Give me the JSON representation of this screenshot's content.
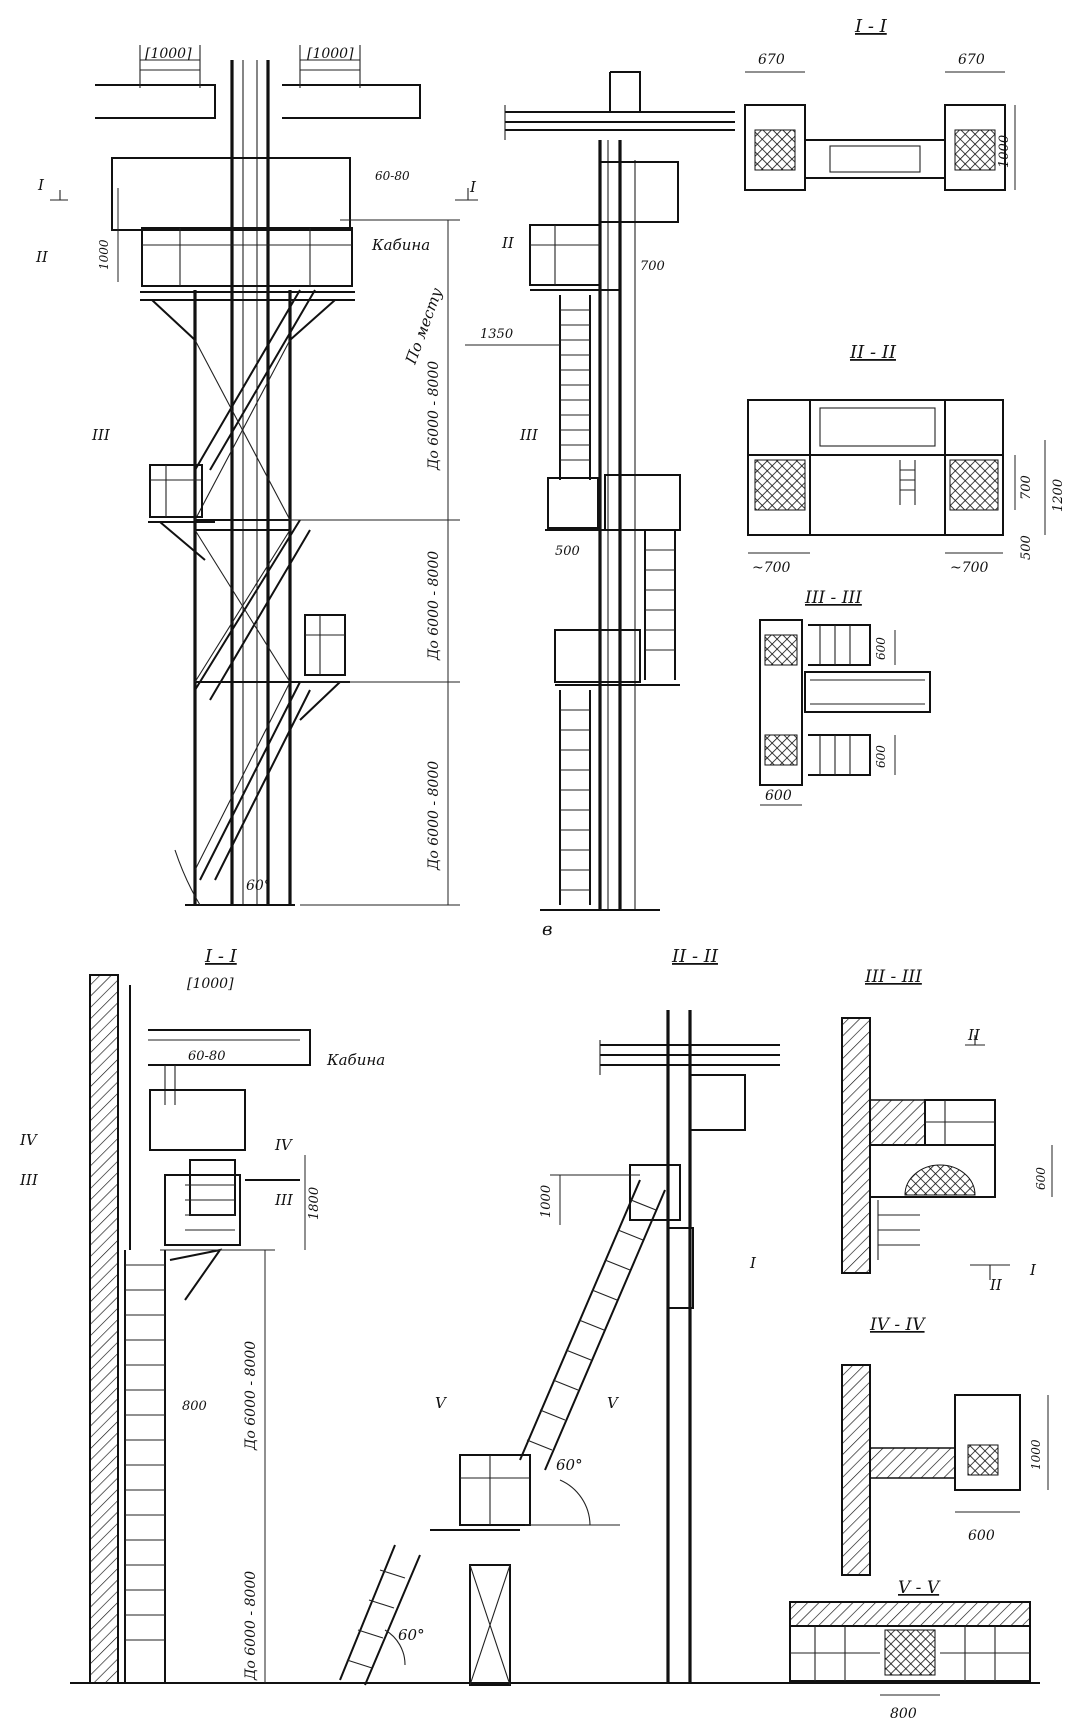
{
  "sheet_mark": "в",
  "top": {
    "elev_dims": [
      "[1000]",
      "[1000]",
      "60-80",
      "1000",
      "1350",
      "700",
      "500"
    ],
    "vert_dims": [
      "По месту",
      "До 6000 - 8000",
      "До 6000 - 8000",
      "До 6000 - 8000"
    ],
    "cabin_label": "Кабина",
    "angle": "60°",
    "cut_marks": [
      "I",
      "I",
      "II",
      "II",
      "III",
      "III"
    ],
    "sec1": {
      "title": "I - I",
      "dims": [
        "670",
        "670",
        "1000"
      ]
    },
    "sec2": {
      "title": "II - II",
      "dims": [
        "700",
        "1200",
        "500",
        "~700",
        "~700"
      ]
    },
    "sec3": {
      "title": "III - III",
      "dims": [
        "600",
        "600",
        "600"
      ]
    }
  },
  "bottom": {
    "elev_title": "I - I",
    "dims": [
      "[1000]",
      "60-80",
      "1800",
      "До 6000 - 8000",
      "До 6000 - 8000",
      "800"
    ],
    "cabin_label": "Кабина",
    "cut_marks": [
      "IV",
      "IV",
      "III",
      "III"
    ],
    "incline_title": "II - II",
    "incline_dims": [
      "1000",
      "60°",
      "60°"
    ],
    "incline_marks": [
      "V",
      "V"
    ],
    "sec3": {
      "title": "III - III",
      "dims": [
        "600"
      ],
      "marks": [
        "II",
        "I",
        "I",
        "II"
      ]
    },
    "sec4": {
      "title": "IV - IV",
      "dims": [
        "1000",
        "600"
      ]
    },
    "sec5": {
      "title": "V - V",
      "dims": [
        "800"
      ]
    }
  }
}
